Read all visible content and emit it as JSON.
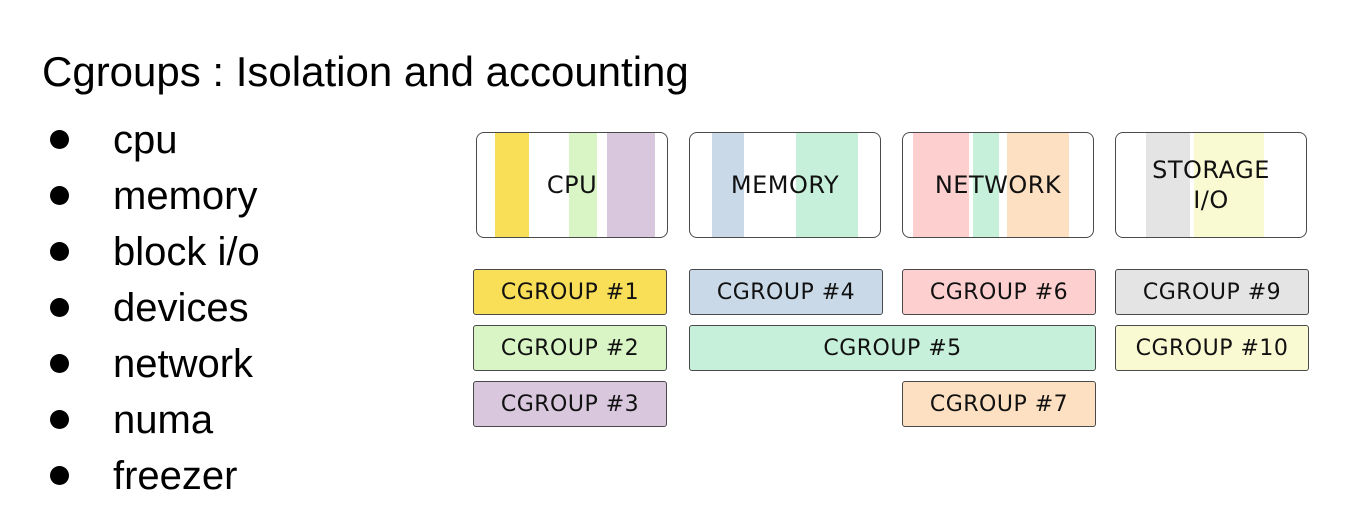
{
  "title": "Cgroups : Isolation and accounting",
  "bullets": [
    "cpu",
    "memory",
    "block i/o",
    "devices",
    "network",
    "numa",
    "freezer"
  ],
  "resources": {
    "cpu": "CPU",
    "memory": "MEMORY",
    "network": "NETWORK",
    "storage": "STORAGE\nI/O"
  },
  "cgroups": {
    "cg1": "CGROUP #1",
    "cg2": "CGROUP #2",
    "cg3": "CGROUP #3",
    "cg4": "CGROUP #4",
    "cg5": "CGROUP #5",
    "cg6": "CGROUP #6",
    "cg7": "CGROUP #7",
    "cg9": "CGROUP #9",
    "cg10": "CGROUP #10"
  },
  "colors": {
    "cg1": "#f9df58",
    "cg2": "#d9f5c6",
    "cg3": "#d9c7dd",
    "cg4": "#c9d9e8",
    "cg5": "#c6f0d9",
    "cg6": "#fdcfcf",
    "cg7": "#fde0c2",
    "cg9": "#e4e4e4",
    "cg10": "#fafad2"
  }
}
